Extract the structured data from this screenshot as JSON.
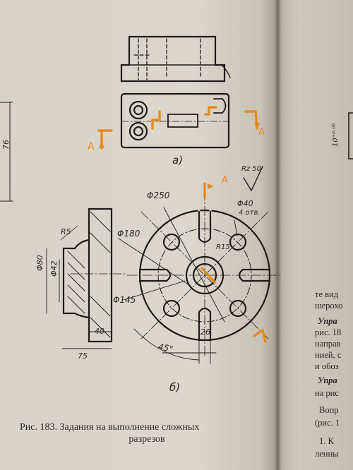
{
  "colors": {
    "ink": "#1e1b18",
    "accent": "#e8891d",
    "paper": "#d9d4c8"
  },
  "figure": {
    "caption_line1": "Рис. 183. Задания на выполнение сложных",
    "caption_line2": "разрезов",
    "label_a": "а)",
    "label_b": "б)",
    "cut_mark": "А",
    "dim_76": "76",
    "dims": {
      "d250": "Φ250",
      "d180": "Φ180",
      "d145": "Φ145",
      "d80": "Φ80",
      "d42": "Φ42",
      "d40": "Φ40",
      "holes": "4 отв.",
      "r5": "R5",
      "r15": "R15",
      "w40": "40",
      "w75": "75",
      "w26": "26",
      "angle": "45°",
      "roughness": "Rz 50"
    }
  },
  "right_page": {
    "tolerance": "10⁺⁰·⁰⁶",
    "lines": [
      "те вид",
      "шерохо",
      "Упра",
      "рис. 18",
      "направ",
      "нией, с",
      "и обоз",
      "Упра",
      "на рис",
      "Вопр",
      "(рис. 1",
      "1. К",
      "ленны"
    ]
  }
}
